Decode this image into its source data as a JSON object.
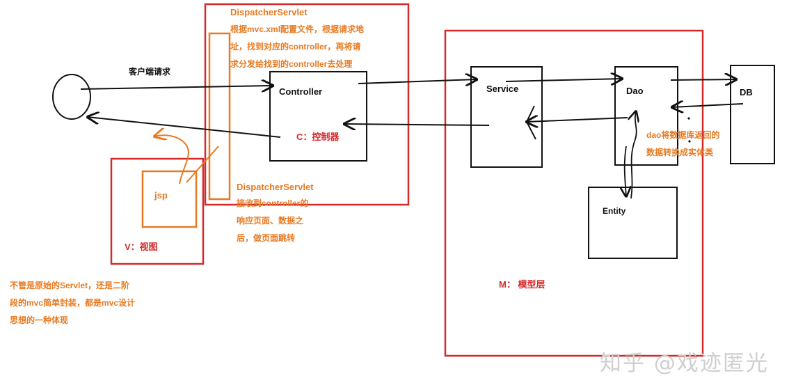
{
  "labels": {
    "client_request": "客户端请求",
    "controller": "Controller",
    "controller_role": "C：控制器",
    "service": "Service",
    "dao": "Dao",
    "db": "DB",
    "entity": "Entity",
    "jsp": "jsp",
    "view_role": "V：视图",
    "model_role": "M： 模型层"
  },
  "notes": {
    "dispatcher_top_title": "DispatcherServlet",
    "dispatcher_top_lines": [
      "根据mvc.xml配置文件，根据请求地",
      "址，找到对应的controller，再将请",
      "求分发给找到的controller去处理"
    ],
    "dispatcher_bottom_title": "DispatcherServlet",
    "dispatcher_bottom_lines": [
      "接收到controller的",
      "响应页面、数据之",
      "后，做页面跳转"
    ],
    "dao_note_lines": [
      "dao将数据库返回的",
      "数据转换成实体类"
    ],
    "mvc_note_lines": [
      "不管是原始的Servlet，还是二阶",
      "段的mvc简单封装，都是mvc设计",
      "思想的一种体现"
    ]
  },
  "watermark": "知乎 @戏迹匿光",
  "colors": {
    "red": "#d42a2a",
    "orange": "#e87a22",
    "black": "#111111"
  }
}
